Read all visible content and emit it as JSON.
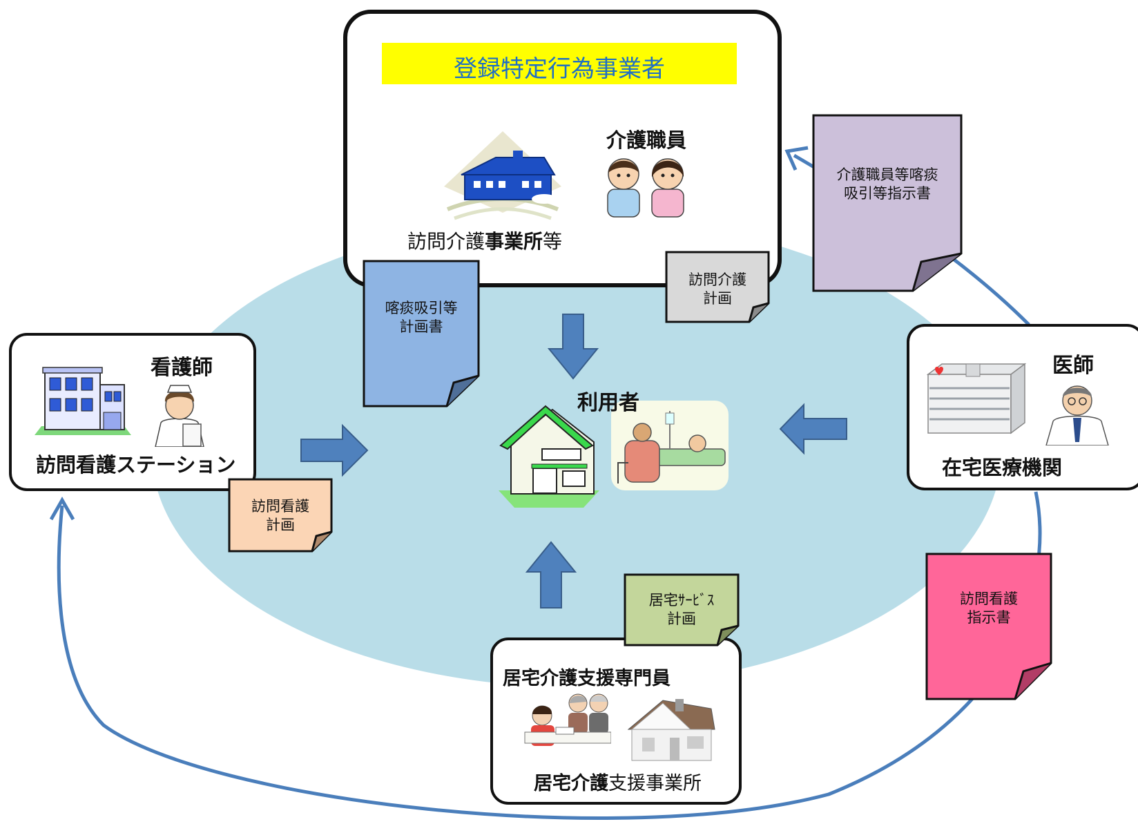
{
  "registered_operator": {
    "banner_title": "登録特定行為事業者",
    "staff_label": "介護職員",
    "office_label_light": "訪問介護",
    "office_label_bold": "事業所",
    "office_label_suffix": "等"
  },
  "nursing_station": {
    "role_label": "看護師",
    "name": "訪問看護ステーション"
  },
  "home_medical": {
    "role_label": "医師",
    "name": "在宅医療機関"
  },
  "care_support": {
    "role_label": "居宅介護支援専門員",
    "office_label_bold": "居宅介護",
    "office_label_light": "支援事業所"
  },
  "user": {
    "label": "利用者"
  },
  "documents": {
    "sputum_suction_plan": "喀痰吸引等\n計画書",
    "home_care_plan": "訪問介護\n計画",
    "care_staff_instruction": "介護職員等喀痰\n吸引等指示書",
    "home_nursing_plan": "訪問看護\n計画",
    "home_service_plan": "居宅ｻｰﾋﾞｽ\n計画",
    "home_nursing_instruction": "訪問看護\n指示書"
  },
  "colors": {
    "ellipse": "#b9dde8",
    "banner": "#ffff00",
    "banner_text": "#1f6fc4",
    "arrow_fill": "#4f81bd",
    "curve": "#4a7ebb",
    "note_sputum": "#8eb4e3",
    "note_gray": "#d9d9d9",
    "note_purple": "#ccc0da",
    "note_peach": "#fbd5b5",
    "note_green": "#c3d69b",
    "note_pink": "#ff6699"
  }
}
